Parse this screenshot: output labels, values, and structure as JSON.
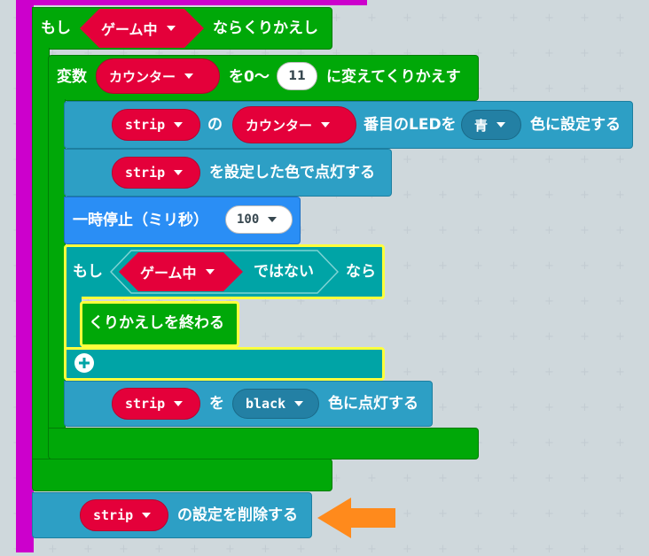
{
  "colors": {
    "loop_green": "#00a808",
    "led_blue": "#2d9fc5",
    "basic_blue": "#2a8ef5",
    "logic_teal": "#00a4a6",
    "variable_red": "#e4003a",
    "event_magenta": "#cc00cc",
    "highlight_yellow": "#ffff3c",
    "arrow_orange": "#ff8a1c"
  },
  "while_block": {
    "prefix": "もし",
    "condition": "ゲーム中",
    "suffix": "ならくりかえし"
  },
  "for_block": {
    "label": "変数",
    "variable": "カウンター",
    "range_label": "を0〜",
    "end_value": "11",
    "suffix": "に変えてくりかえす"
  },
  "set_pixel": {
    "strip": "strip",
    "of": "の",
    "variable": "カウンター",
    "middle": "番目のLEDを",
    "color": "青",
    "suffix": "色に設定する"
  },
  "show_block": {
    "strip": "strip",
    "label": "を設定した色で点灯する"
  },
  "pause_block": {
    "label": "一時停止（ミリ秒）",
    "value": "100"
  },
  "if_block": {
    "prefix": "もし",
    "condition": "ゲーム中",
    "not_label": "ではない",
    "suffix": "なら",
    "break_label": "くりかえしを終わる",
    "add_icon": "plus-circle-icon"
  },
  "show_color": {
    "strip": "strip",
    "to": "を",
    "color": "black",
    "suffix": "色に点灯する"
  },
  "clear_block": {
    "strip": "strip",
    "label": "の設定を削除する"
  },
  "arrow_icon": "left-arrow-icon"
}
